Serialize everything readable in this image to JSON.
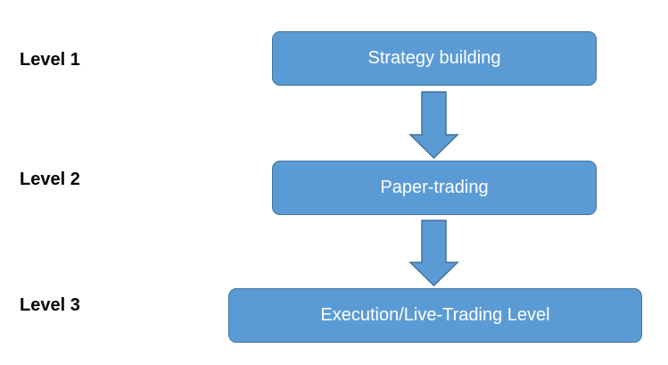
{
  "levels": [
    {
      "label": "Level 1",
      "step": "Strategy building"
    },
    {
      "label": "Level 2",
      "step": "Paper-trading"
    },
    {
      "label": "Level 3",
      "step": "Execution/Live-Trading Level"
    }
  ],
  "colors": {
    "box_fill": "#5b9bd5",
    "box_border": "#41719c",
    "box_text": "#ffffff",
    "label_text": "#000000"
  },
  "connectors": [
    "down-arrow-icon",
    "down-arrow-icon"
  ]
}
